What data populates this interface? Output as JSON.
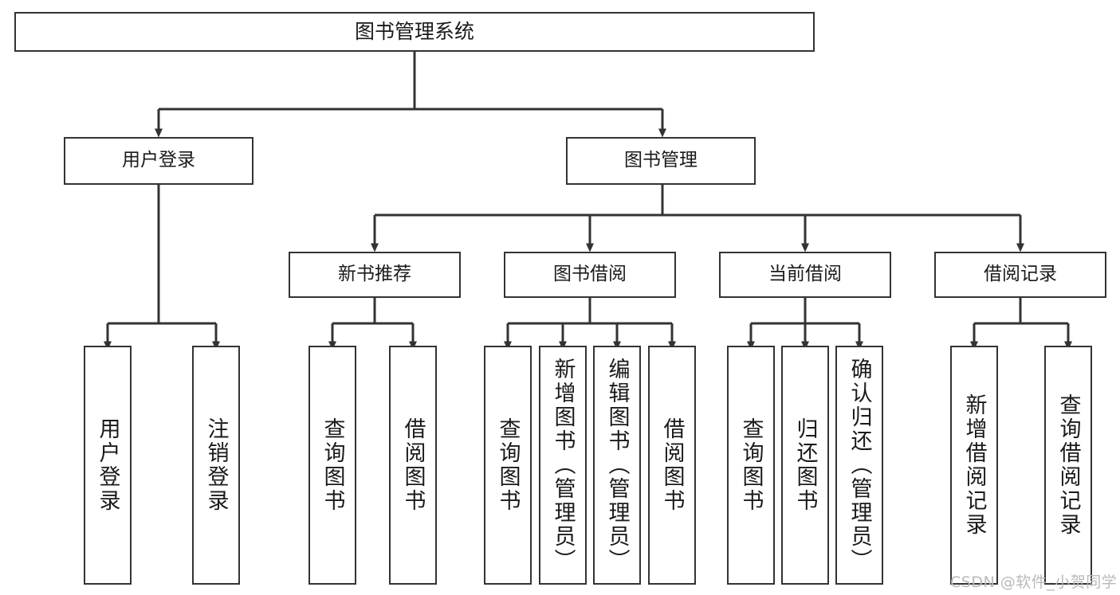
{
  "diagram": {
    "title": "图书管理系统",
    "type": "tree-hierarchy-chart",
    "colors": {
      "box_border": "#333333",
      "box_fill": "#ffffff",
      "connector": "#333333",
      "background": "#ffffff",
      "watermark": "#b9b9b9"
    },
    "root": {
      "label": "图书管理系统"
    },
    "tier2": [
      {
        "label": "用户登录"
      },
      {
        "label": "图书管理"
      }
    ],
    "tier3": [
      {
        "label": "新书推荐"
      },
      {
        "label": "图书借阅"
      },
      {
        "label": "当前借阅"
      },
      {
        "label": "借阅记录"
      }
    ],
    "leaves": {
      "user_login": [
        {
          "label": "用户登录"
        },
        {
          "label": "注销登录"
        }
      ],
      "new_book_recommend": [
        {
          "label": "查询图书"
        },
        {
          "label": "借阅图书"
        }
      ],
      "book_borrow": [
        {
          "label": "查询图书"
        },
        {
          "label": "新增图书（管理员）"
        },
        {
          "label": "编辑图书（管理员）"
        },
        {
          "label": "借阅图书"
        }
      ],
      "current_borrow": [
        {
          "label": "查询图书"
        },
        {
          "label": "归还图书"
        },
        {
          "label": "确认归还（管理员）"
        }
      ],
      "borrow_record": [
        {
          "label": "新增借阅记录"
        },
        {
          "label": "查询借阅记录"
        }
      ]
    },
    "watermark": "CSDN @软件_小贺同学"
  }
}
